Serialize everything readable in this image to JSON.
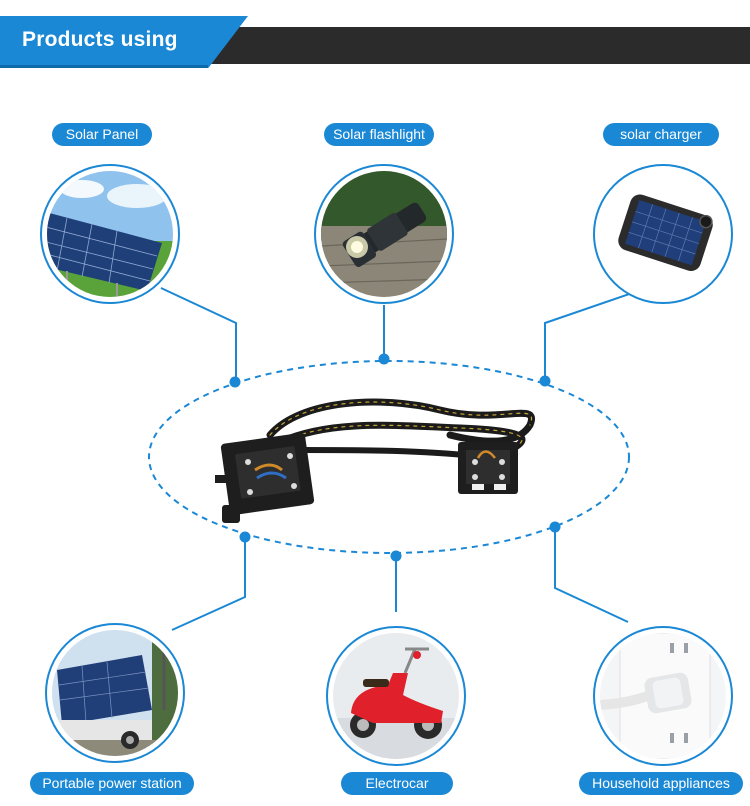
{
  "header": {
    "title": "Products using"
  },
  "items": [
    {
      "label": "Solar Panel"
    },
    {
      "label": "Solar flashlight"
    },
    {
      "label": "solar charger"
    },
    {
      "label": "Portable power station"
    },
    {
      "label": "Electrocar"
    },
    {
      "label": "Household appliances"
    }
  ],
  "colors": {
    "accent": "#1a88d4",
    "header_dark": "#2b2b2b"
  }
}
